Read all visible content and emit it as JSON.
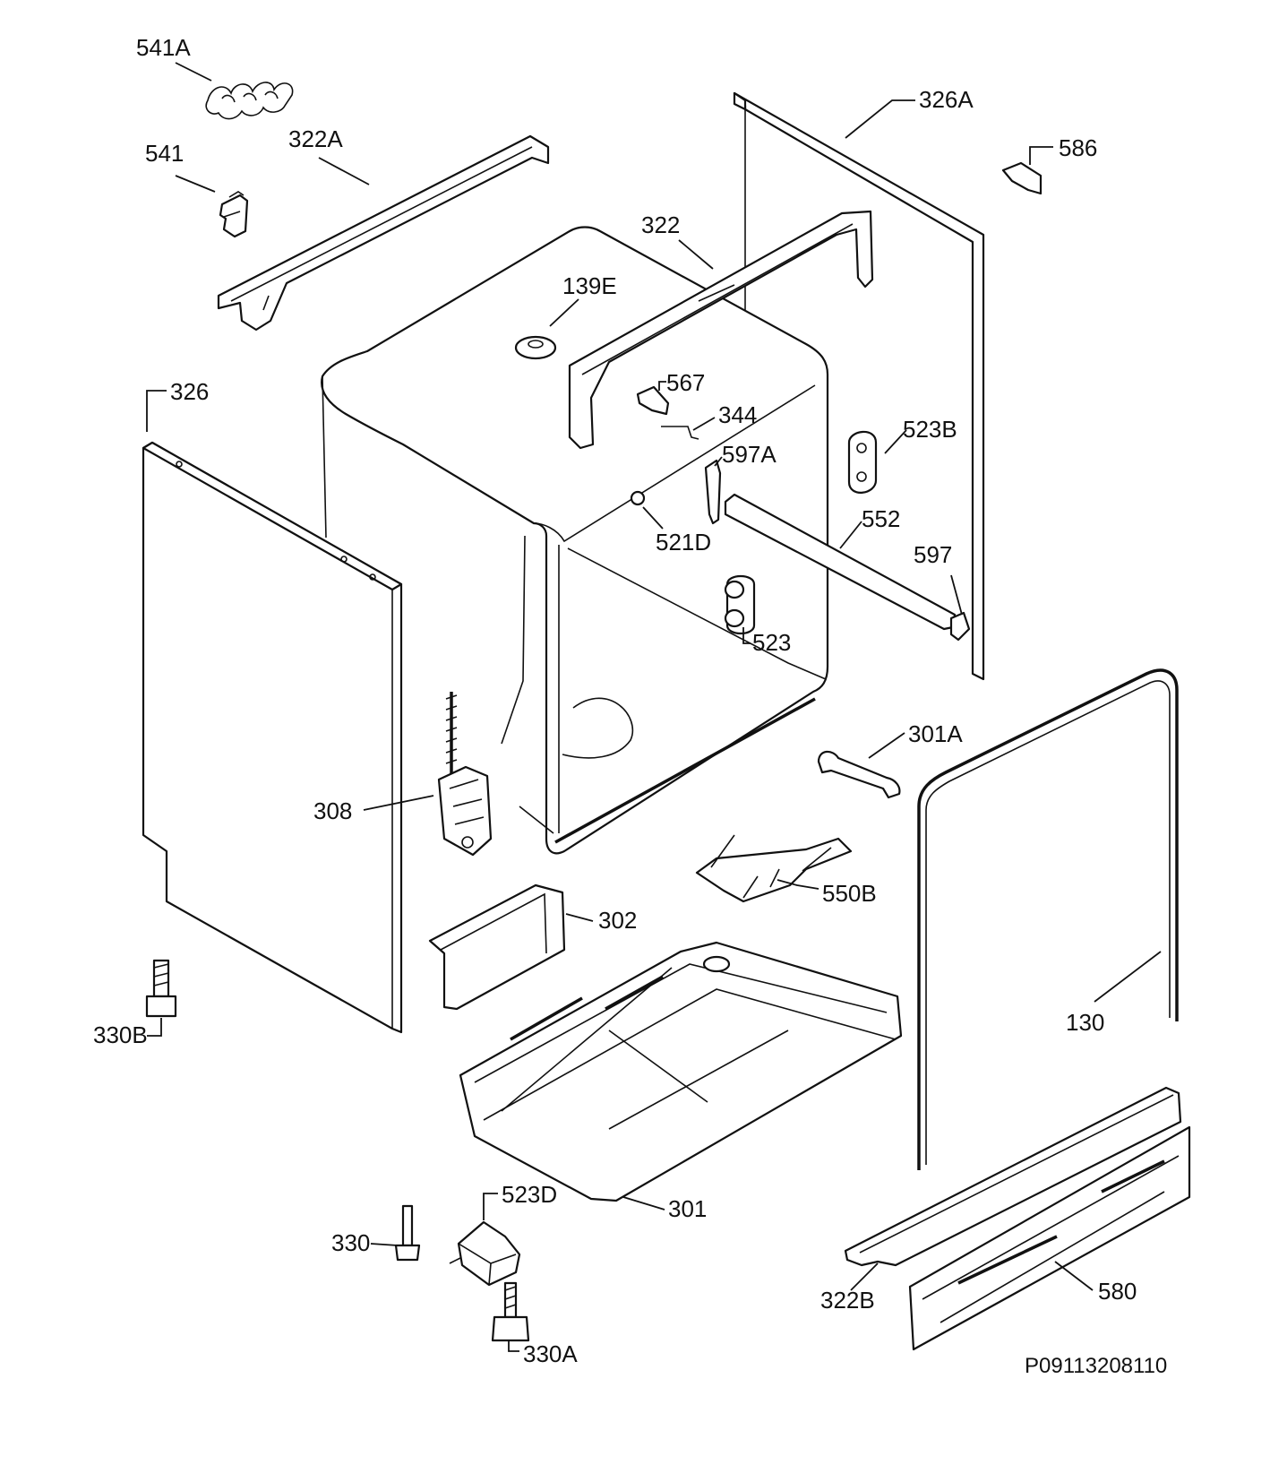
{
  "parts": [
    {
      "id": "p541A",
      "label": "541A"
    },
    {
      "id": "p541",
      "label": "541"
    },
    {
      "id": "p322A",
      "label": "322A"
    },
    {
      "id": "p322",
      "label": "322"
    },
    {
      "id": "p326A",
      "label": "326A"
    },
    {
      "id": "p586",
      "label": "586"
    },
    {
      "id": "p139E",
      "label": "139E"
    },
    {
      "id": "p567",
      "label": "567"
    },
    {
      "id": "p344",
      "label": "344"
    },
    {
      "id": "p597A",
      "label": "597A"
    },
    {
      "id": "p523B",
      "label": "523B"
    },
    {
      "id": "p326",
      "label": "326"
    },
    {
      "id": "p521D",
      "label": "521D"
    },
    {
      "id": "p552",
      "label": "552"
    },
    {
      "id": "p597",
      "label": "597"
    },
    {
      "id": "p523",
      "label": "523"
    },
    {
      "id": "p301A",
      "label": "301A"
    },
    {
      "id": "p308",
      "label": "308"
    },
    {
      "id": "p550B",
      "label": "550B"
    },
    {
      "id": "p302",
      "label": "302"
    },
    {
      "id": "p130",
      "label": "130"
    },
    {
      "id": "p330B",
      "label": "330B"
    },
    {
      "id": "p301",
      "label": "301"
    },
    {
      "id": "p523D",
      "label": "523D"
    },
    {
      "id": "p330",
      "label": "330"
    },
    {
      "id": "p322B",
      "label": "322B"
    },
    {
      "id": "p580",
      "label": "580"
    },
    {
      "id": "p330A",
      "label": "330A"
    }
  ],
  "diagram_code": "P09113208110"
}
